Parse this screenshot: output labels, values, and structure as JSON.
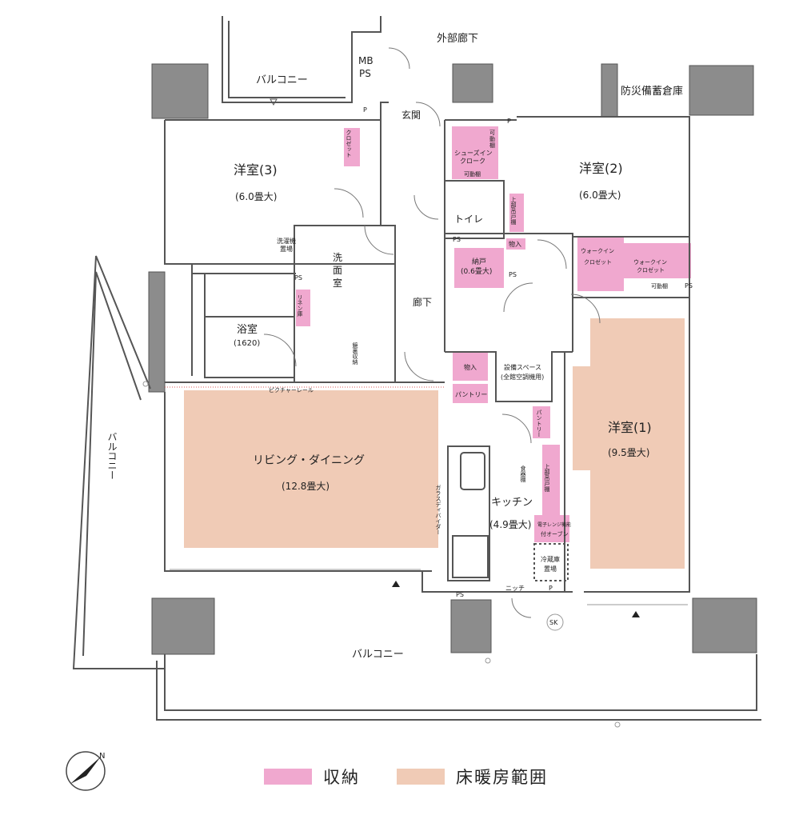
{
  "colors": {
    "storage": "#f0a8cf",
    "floor_heating": "#f0cbb6",
    "column": "#8c8c8c",
    "wall": "#555555"
  },
  "labels": {
    "exterior_corridor": "外部廊下",
    "balcony_top": "バルコニー",
    "mb_ps_1": "MB",
    "mb_ps_2": "PS",
    "disaster_storage": "防災備蓄倉庫",
    "entrance": "玄関",
    "room3_name": "洋室(3)",
    "room3_size": "(6.0畳大)",
    "room2_name": "洋室(2)",
    "room2_size": "(6.0畳大)",
    "room1_name": "洋室(1)",
    "room1_size": "(9.5畳大)",
    "closet": "クロゼット",
    "shoes_1": "シューズイン",
    "shoes_2": "クローク",
    "movable_shelf": "可動棚",
    "movable_shelf_top_1": "可",
    "movable_shelf_top_2": "動",
    "movable_shelf_top_3": "棚",
    "toilet": "トイレ",
    "upper_cabinet": "上部吊戸棚",
    "washer": "洗濯機",
    "washer_2": "置場",
    "washroom_1": "洗",
    "washroom_2": "面",
    "washroom_3": "室",
    "linen": "リネン庫",
    "bathroom": "浴室",
    "bath_size": "(1620)",
    "mirror_storage": "鏡裏収納",
    "storage_closet_1": "納戸",
    "storage_closet_2": "(0.6畳大)",
    "monoire": "物入",
    "walkin_a_1": "ウォークイン",
    "walkin_a_2": "クロゼット",
    "walkin_b_1": "ウォークイン",
    "walkin_b_2": "クロゼット",
    "movable_shelf_2": "可動棚",
    "hallway": "廊下",
    "equipment_1": "設備スペース",
    "equipment_2": "(全館空調機用)",
    "pantry": "パントリー",
    "pantry_v": "パントリー",
    "picture_rail": "ピクチャーレール",
    "living_name": "リビング・ダイニング",
    "living_size": "(12.8畳大)",
    "kitchen_name": "キッチン",
    "kitchen_size": "(4.9畳大)",
    "dish_shelf": "食器棚",
    "glass_divider": "ガラスディバイダー",
    "upper_cabinet_v": "上部吊戸棚",
    "oven": "電子レンジ機能",
    "oven_2": "付オーブン",
    "fridge_1": "冷蔵庫",
    "fridge_2": "置場",
    "niche": "ニッチ",
    "ps": "PS",
    "p": "P",
    "sk": "SK",
    "balcony_left": "バルコニー",
    "balcony_bottom": "バルコニー",
    "legend_storage": "収納",
    "legend_heating": "床暖房範囲",
    "compass": "N"
  }
}
